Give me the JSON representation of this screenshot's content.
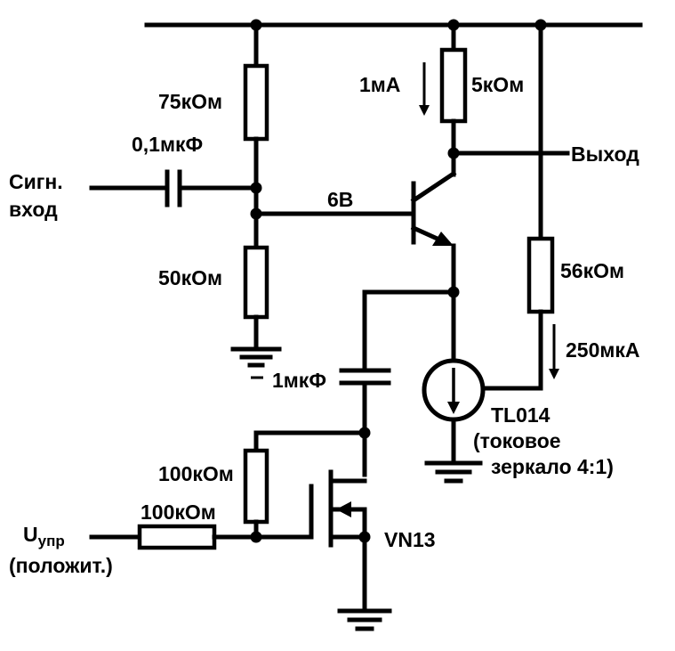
{
  "labels": {
    "r_top_left": "75кОм",
    "cap_input": "0,1мкФ",
    "signal_in_line1": "Сигн.",
    "signal_in_line2": "вход",
    "bias_voltage": "6В",
    "r_bottom_left": "50кОм",
    "current_collector": "1мА",
    "r_collector": "5кОм",
    "output": "Выход",
    "r_right": "56кОм",
    "current_ref": "250мкА",
    "cap_coupling": "1мкФ",
    "ic_name": "TL014",
    "ic_desc_line1": "(токовое",
    "ic_desc_line2": "зеркало 4:1)",
    "r_gate_vertical": "100кОм",
    "r_gate_series": "100кОм",
    "control_symbol": "U",
    "control_subscript": "упр",
    "control_note": "(положит.)",
    "fet_name": "VN13"
  }
}
